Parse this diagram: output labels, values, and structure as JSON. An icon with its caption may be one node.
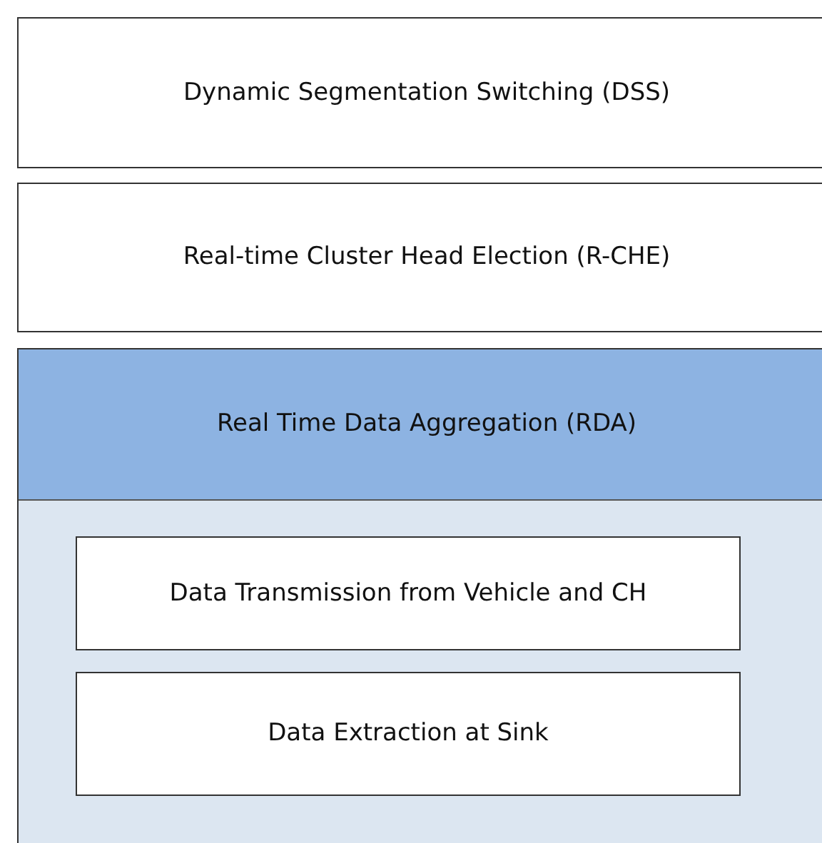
{
  "diagram": {
    "nodes": [
      {
        "text": [
          "Dynamic Segmentation Switching (DSS)"
        ]
      },
      {
        "text": [
          "Real-time Cluster Head Election (R-CHE)"
        ]
      },
      {
        "text": [
          "Real Time Data Aggregation (RDA)"
        ]
      },
      {
        "text": [
          "Data Transmission from Vehicle and CH"
        ],
        "in": 2
      },
      {
        "text": [
          "Data Extraction at Sink"
        ],
        "in": 2
      }
    ]
  }
}
